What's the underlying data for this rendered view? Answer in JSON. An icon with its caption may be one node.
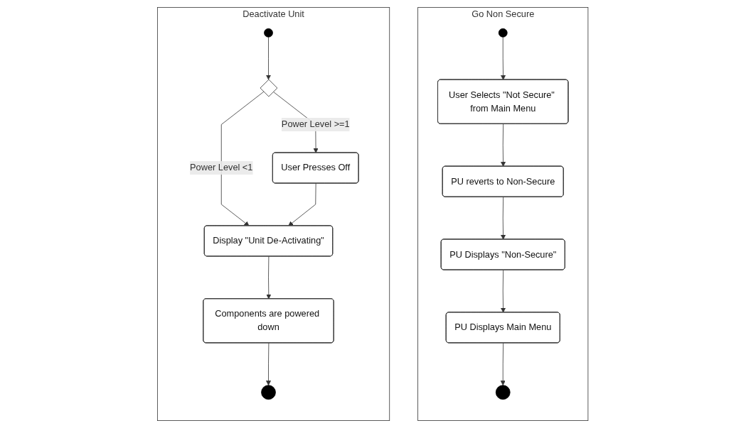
{
  "diagram": {
    "nodes": [
      {
        "text": [
          "Go Non Secure"
        ]
      },
      {
        "text": [],
        "shape": "circle",
        "in": 0
      },
      {
        "text": [
          "User Selects \"Not Secure\" from Main Menu"
        ],
        "in": 0
      },
      {
        "text": [
          "PU reverts to Non-Secure"
        ],
        "in": 0
      },
      {
        "text": [
          "PU Displays \"Non-Secure\""
        ],
        "in": 0
      },
      {
        "text": [
          "PU Displays Main Menu"
        ],
        "in": 0
      },
      {
        "text": [],
        "shape": "circle",
        "in": 0
      },
      {
        "text": [
          "Deactivate Unit"
        ]
      },
      {
        "text": [],
        "shape": "circle",
        "in": 7
      },
      {
        "text": [],
        "shape": "diamond",
        "in": 7
      },
      {
        "text": [
          "User Presses Off"
        ],
        "in": 7
      },
      {
        "text": [
          "Display \"Unit De-Activating\""
        ],
        "in": 7
      },
      {
        "text": [
          "Components are powered down"
        ],
        "in": 7
      },
      {
        "text": [],
        "shape": "circle",
        "in": 7
      }
    ],
    "edges": [
      {
        "from": 1,
        "to": 2,
        "arrow": "to"
      },
      {
        "from": 2,
        "to": 3,
        "arrow": "to"
      },
      {
        "from": 3,
        "to": 4,
        "arrow": "to"
      },
      {
        "from": 4,
        "to": 5,
        "arrow": "to"
      },
      {
        "from": 5,
        "to": 6,
        "arrow": "to"
      },
      {
        "from": 8,
        "to": 9,
        "arrow": "to"
      },
      {
        "from": 9,
        "to": 11,
        "label": "Power Level <1",
        "arrow": "to"
      },
      {
        "from": 9,
        "to": 10,
        "label": "Power Level >=1",
        "arrow": "to"
      },
      {
        "from": 10,
        "to": 11,
        "arrow": "to"
      },
      {
        "from": 11,
        "to": 12,
        "arrow": "to"
      },
      {
        "from": 12,
        "to": 13,
        "arrow": "to"
      }
    ]
  }
}
